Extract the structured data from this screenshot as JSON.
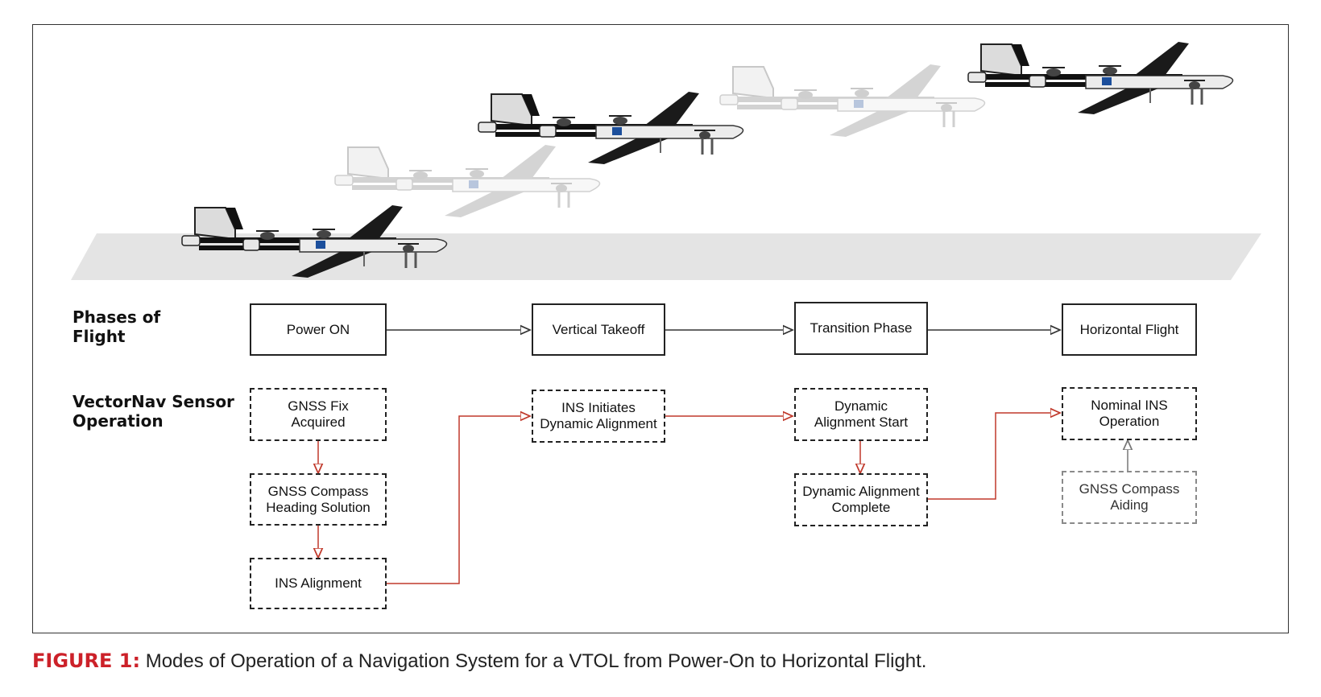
{
  "row_labels": {
    "phases": "Phases of Flight",
    "sensor": "VectorNav Sensor Operation"
  },
  "phases": [
    {
      "id": "power-on",
      "label": "Power ON"
    },
    {
      "id": "vertical-takeoff",
      "label": "Vertical Takeoff"
    },
    {
      "id": "transition-phase",
      "label": "Transition Phase"
    },
    {
      "id": "horizontal-flight",
      "label": "Horizontal Flight"
    }
  ],
  "sensor_nodes": [
    {
      "id": "gnss-fix",
      "label": "GNSS Fix Acquired"
    },
    {
      "id": "gnss-compass-heading",
      "label": "GNSS Compass Heading Solution"
    },
    {
      "id": "ins-alignment",
      "label": "INS Alignment"
    },
    {
      "id": "ins-dynamic-alignment",
      "label": "INS Initiates Dynamic Alignment"
    },
    {
      "id": "dynamic-alignment-start",
      "label": "Dynamic Alignment Start"
    },
    {
      "id": "dynamic-alignment-complete",
      "label": "Dynamic Alignment Complete"
    },
    {
      "id": "nominal-ins",
      "label": "Nominal INS Operation"
    },
    {
      "id": "gnss-compass-aiding",
      "label": "GNSS Compass Aiding"
    }
  ],
  "caption": {
    "label": "FIGURE 1:",
    "text": "Modes of Operation of a Navigation System for a VTOL from Power-On to Horizontal Flight."
  },
  "colors": {
    "accent": "#cc2129",
    "flow_arrow": "#c0392b",
    "line": "#222222",
    "ground": "#e4e4e4",
    "faded_aircraft": "#d6d6d6"
  }
}
